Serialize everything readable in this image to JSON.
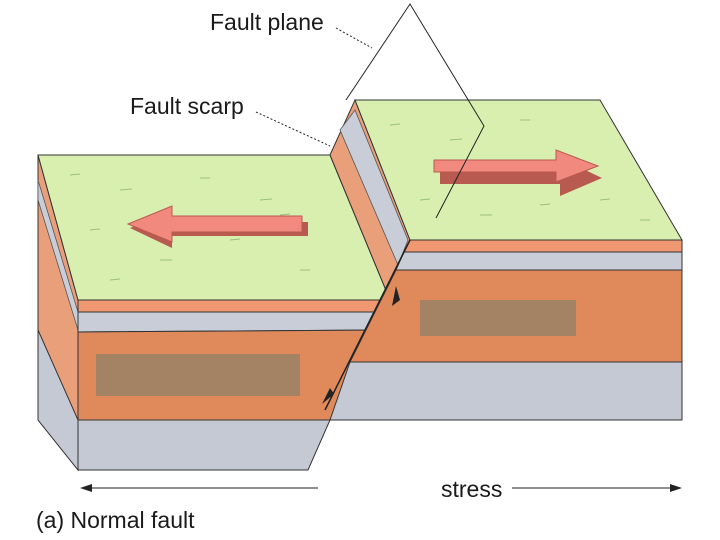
{
  "labels": {
    "fault_plane": "Fault plane",
    "fault_scarp": "Fault scarp",
    "stress": "stress",
    "caption": "(a) Normal fault"
  },
  "colors": {
    "grass": "#d8efb0",
    "orange_layer": "#e08a5c",
    "orange_side": "#e9a07a",
    "thin_orange": "#ef9872",
    "grey_stripe": "#c9cdd8",
    "grey_base": "#c5c9d4",
    "brown_block": "#a38363",
    "arrow_fill": "#f2897f",
    "arrow_edge": "#b85a50",
    "outline": "#333333"
  },
  "arrows": [
    {
      "name": "left-stress-arrow",
      "direction": "left"
    },
    {
      "name": "right-stress-arrow",
      "direction": "right"
    }
  ]
}
